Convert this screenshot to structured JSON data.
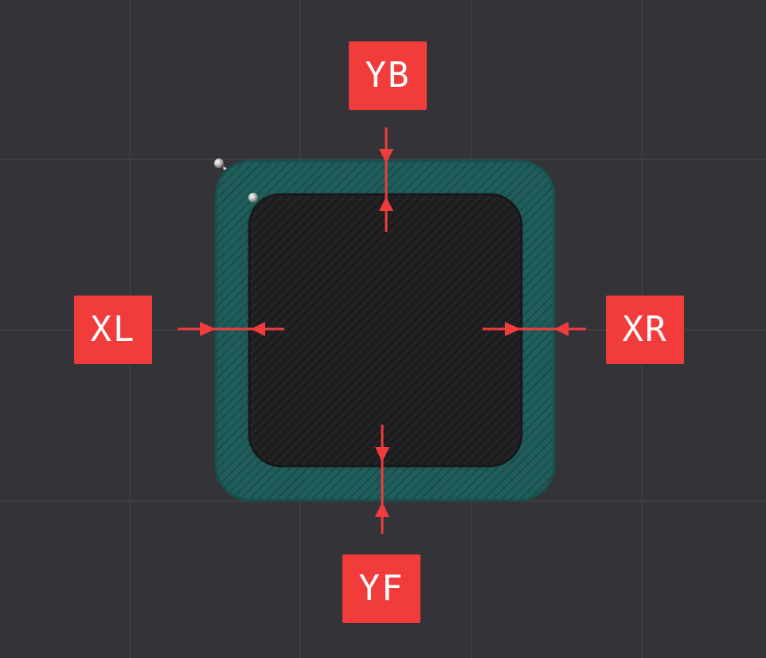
{
  "labels": {
    "yb": "YB",
    "xl": "XL",
    "xr": "XR",
    "yf": "YF"
  },
  "colors": {
    "background": "#333338",
    "grid": "#46464c",
    "outer_plate": "#1f5d5b",
    "outer_plate_hatch": "#174845",
    "inner_plate": "#1e1e20",
    "inner_plate_hatch": "#2a2a2c",
    "accent": "#f23c3c"
  },
  "icons": {
    "corner_markers": "sphere-handle-icon",
    "arrows": "arrow-icon"
  }
}
